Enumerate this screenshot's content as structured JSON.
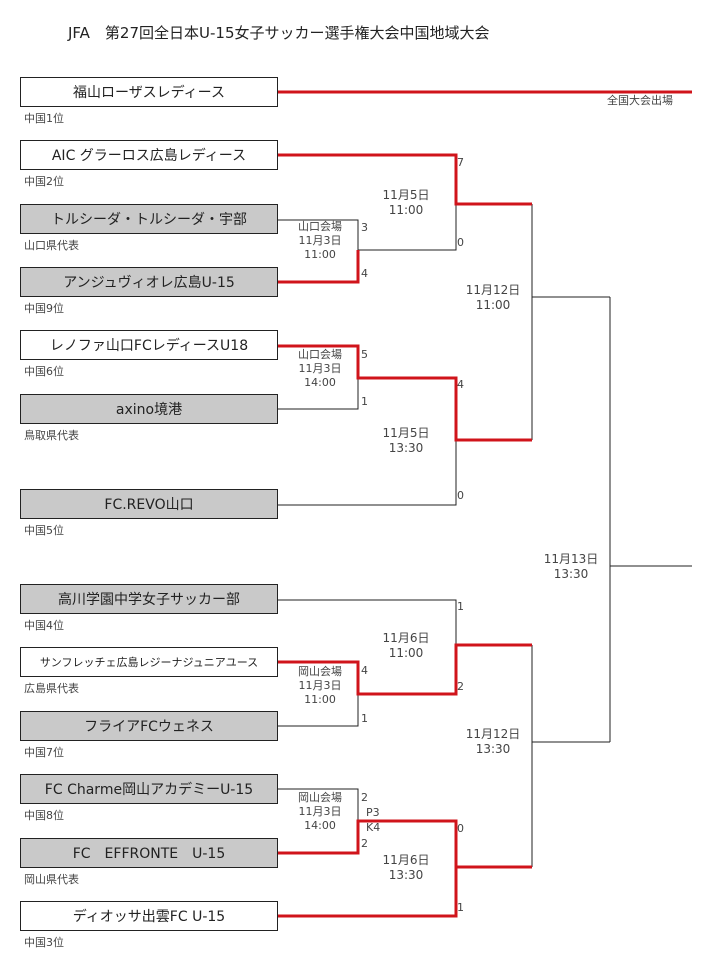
{
  "title": "JFA　第27回全日本U-15女子サッカー選手権大会中国地域大会",
  "national_label": "全国大会出場",
  "teams": [
    {
      "name": "福山ローザスレディース",
      "seed": "中国1位"
    },
    {
      "name": "AIC グラーロス広島レディース",
      "seed": "中国2位"
    },
    {
      "name": "トルシーダ・トルシーダ・宇部",
      "seed": "山口県代表"
    },
    {
      "name": "アンジュヴィオレ広島U-15",
      "seed": "中国9位"
    },
    {
      "name": "レノファ山口FCレディースU18",
      "seed": "中国6位"
    },
    {
      "name": "axino境港",
      "seed": "鳥取県代表"
    },
    {
      "name": "FC.REVO山口",
      "seed": "中国5位"
    },
    {
      "name": "高川学園中学女子サッカー部",
      "seed": "中国4位"
    },
    {
      "name": "サンフレッチェ広島レジーナジュニアユース",
      "seed": "広島県代表"
    },
    {
      "name": "フライアFCウェネス",
      "seed": "中国7位"
    },
    {
      "name": "FC Charme岡山アカデミーU-15",
      "seed": "中国8位"
    },
    {
      "name": "FC　EFFRONTE　U-15",
      "seed": "岡山県代表"
    },
    {
      "name": "ディオッサ出雲FC U-15",
      "seed": "中国3位"
    }
  ],
  "venues": [
    {
      "line1": "山口会場",
      "line2": "11月3日",
      "line3": "11:00"
    },
    {
      "line1": "山口会場",
      "line2": "11月3日",
      "line3": "14:00"
    },
    {
      "line1": "岡山会場",
      "line2": "11月3日",
      "line3": "11:00"
    },
    {
      "line1": "岡山会場",
      "line2": "11月3日",
      "line3": "14:00"
    }
  ],
  "matches": [
    {
      "date": "11月5日",
      "time": "11:00"
    },
    {
      "date": "11月5日",
      "time": "13:30"
    },
    {
      "date": "11月6日",
      "time": "11:00"
    },
    {
      "date": "11月6日",
      "time": "13:30"
    },
    {
      "date": "11月12日",
      "time": "11:00"
    },
    {
      "date": "11月12日",
      "time": "13:30"
    },
    {
      "date": "11月13日",
      "time": "13:30"
    }
  ],
  "scores": {
    "r1_yamaguchi_a_top": "3",
    "r1_yamaguchi_a_bottom": "4",
    "r1_yamaguchi_b_top": "5",
    "r1_yamaguchi_b_bottom": "1",
    "r2_nov5_am_top": "7",
    "r2_nov5_am_bottom": "0",
    "r2_nov5_pm_top": "4",
    "r2_nov5_pm_bottom": "0",
    "r1_okayama_a_top": "4",
    "r1_okayama_a_bottom": "1",
    "r1_okayama_b_top": "2",
    "r1_okayama_b_bottom": "2",
    "r1_okayama_b_pk_top": "P3",
    "r1_okayama_b_pk_bottom": "K4",
    "r2_nov6_am_top": "1",
    "r2_nov6_am_bottom": "2",
    "r2_nov6_pm_top": "0",
    "r2_nov6_pm_bottom": "1"
  },
  "colors": {
    "winner_line": "#d0141b",
    "line": "#222222",
    "gray_box": "#c9c9c9"
  }
}
